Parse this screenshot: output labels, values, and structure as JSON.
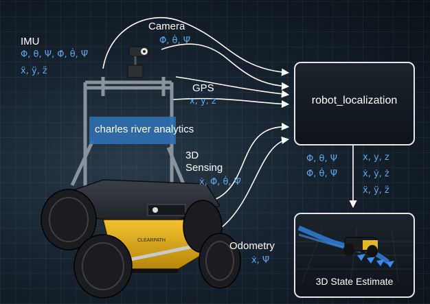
{
  "colors": {
    "accent": "#5ea8ec",
    "text": "#ffffff",
    "background": "#0e1720"
  },
  "banner_text": "charles river analytics",
  "inputs": {
    "imu": {
      "label": "IMU",
      "row1": "Φ, θ, Ψ, Φ̇, θ̇, Ψ̇",
      "row2": "ẍ, ÿ, z̈"
    },
    "camera": {
      "label": "Camera",
      "symbols": "Φ̇, θ̇, Ψ̇"
    },
    "gps": {
      "label": "GPS",
      "symbols": "x, y, z"
    },
    "sensing3d": {
      "label1": "3D",
      "label2": "Sensing",
      "symbols": "ẋ, Φ̇, θ̇, Ψ̇"
    },
    "odometry": {
      "label": "Odometry",
      "symbols": "ẋ, Ψ̇"
    }
  },
  "localization_box": {
    "title": "robot_localization"
  },
  "outputs": {
    "left": [
      "Φ, θ, Ψ",
      "Φ̇, θ̇, Ψ̇"
    ],
    "right": [
      "x, y, z",
      "ẋ, ẏ, ż",
      "ẍ, ÿ, z̈"
    ]
  },
  "state_box": {
    "title": "3D State Estimate"
  }
}
